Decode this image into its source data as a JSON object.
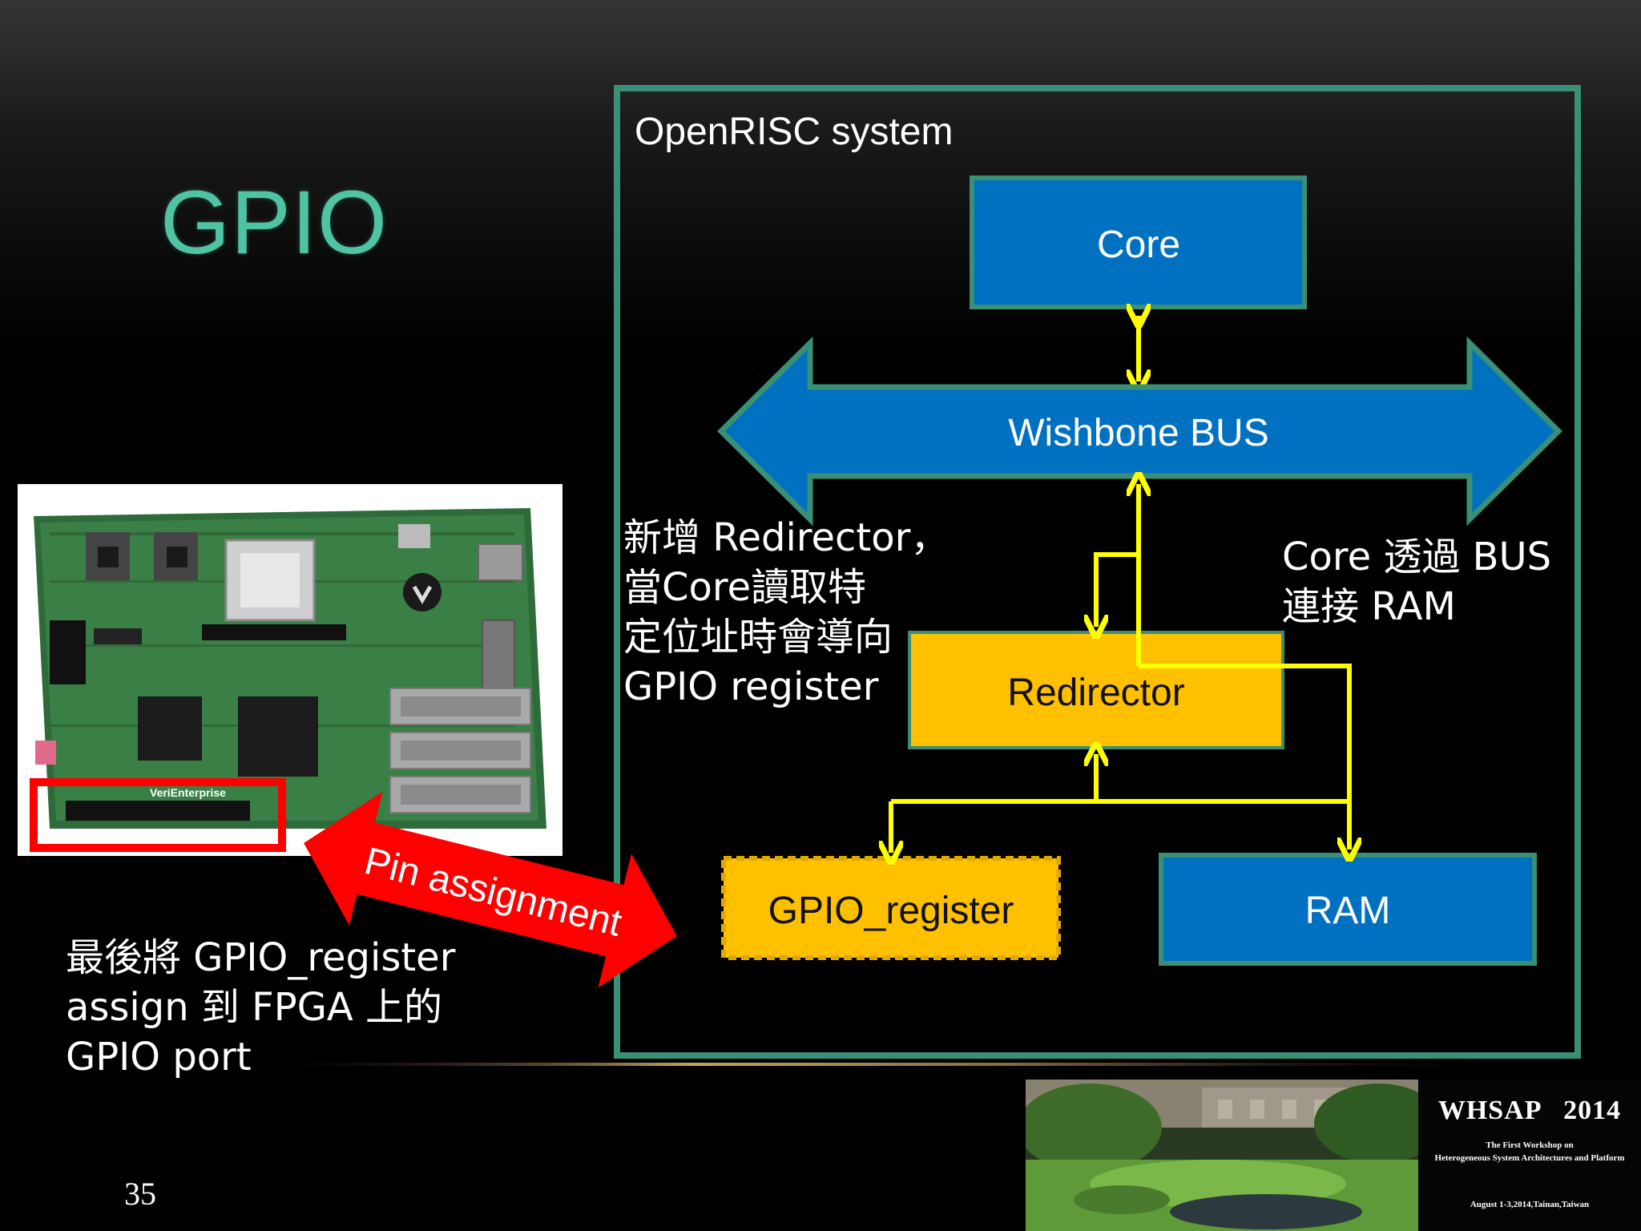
{
  "slide": {
    "title": "GPIO",
    "page_number": "35"
  },
  "diagram": {
    "container_label": "OpenRISC system",
    "nodes": {
      "core": "Core",
      "bus": "Wishbone BUS",
      "redirector": "Redirector",
      "gpio_register": "GPIO_register",
      "ram": "RAM"
    },
    "pin_assignment_label": "Pin assignment"
  },
  "notes": {
    "redirector_note": [
      "新增 Redirector，",
      "當Core讀取特",
      "定位址時會導向",
      "GPIO register"
    ],
    "bus_note": [
      "Core 透過 BUS",
      "連接 RAM"
    ],
    "assign_note": [
      "最後將 GPIO_register",
      "assign 到 FPGA 上的",
      "GPIO port"
    ]
  },
  "board": {
    "silkscreen": "VeriEnterprise"
  },
  "footer": {
    "logo_main": "WHSAP   2014",
    "logo_sub1": "The First Workshop on",
    "logo_sub2": "Heterogeneous System Architectures and Platform",
    "logo_date": "August 1-3,2014,Tainan,Taiwan"
  },
  "colors": {
    "title": "#4fc3a3",
    "frame": "#3a8f77",
    "blue_block": "#0070c0",
    "redirector": "#ffc000",
    "gpio_register": "#ffc000",
    "connector": "#ffff00",
    "pin_arrow": "#ff0000",
    "highlight_box": "#ff0000"
  },
  "icons": {
    "pin_arrow": "double-arrow-icon",
    "bus_arrow": "double-arrow-icon"
  }
}
